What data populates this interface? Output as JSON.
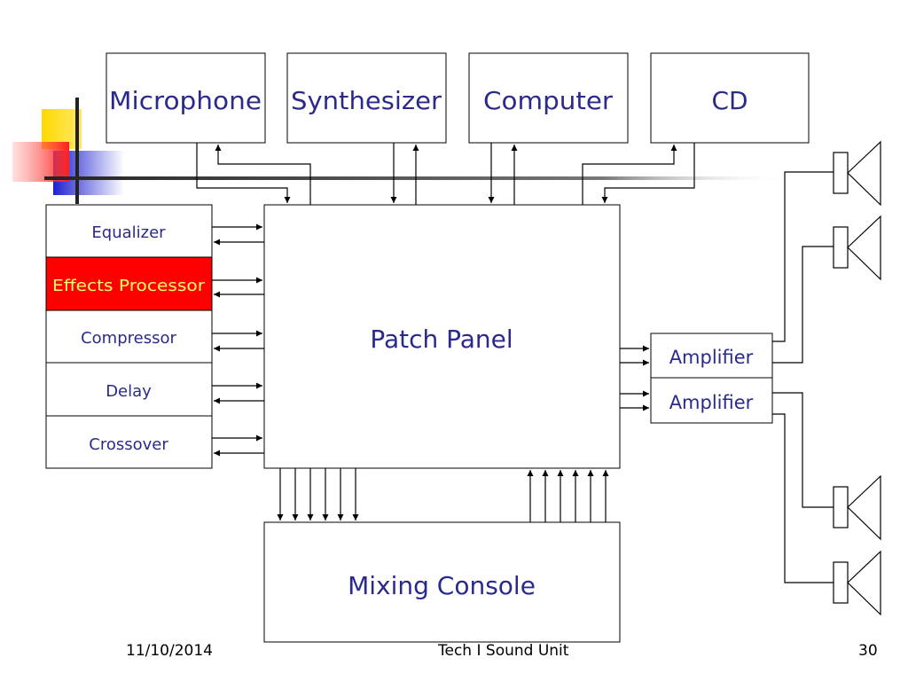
{
  "sources": [
    "Microphone",
    "Synthesizer",
    "Computer",
    "CD"
  ],
  "processors": [
    {
      "label": "Equalizer",
      "highlight": false
    },
    {
      "label": "Effects Processor",
      "highlight": true
    },
    {
      "label": "Compressor",
      "highlight": false
    },
    {
      "label": "Delay",
      "highlight": false
    },
    {
      "label": "Crossover",
      "highlight": false
    }
  ],
  "patch_panel": "Patch Panel",
  "mixing_console": "Mixing Console",
  "amplifiers": [
    "Amplifier",
    "Amplifier"
  ],
  "footer": {
    "date": "11/10/2014",
    "title": "Tech I Sound Unit",
    "page": "30"
  },
  "colors": {
    "label": "#2a2a8c",
    "highlight_fill": "#ff0000",
    "highlight_text": "#ffff66",
    "line": "#000000"
  }
}
